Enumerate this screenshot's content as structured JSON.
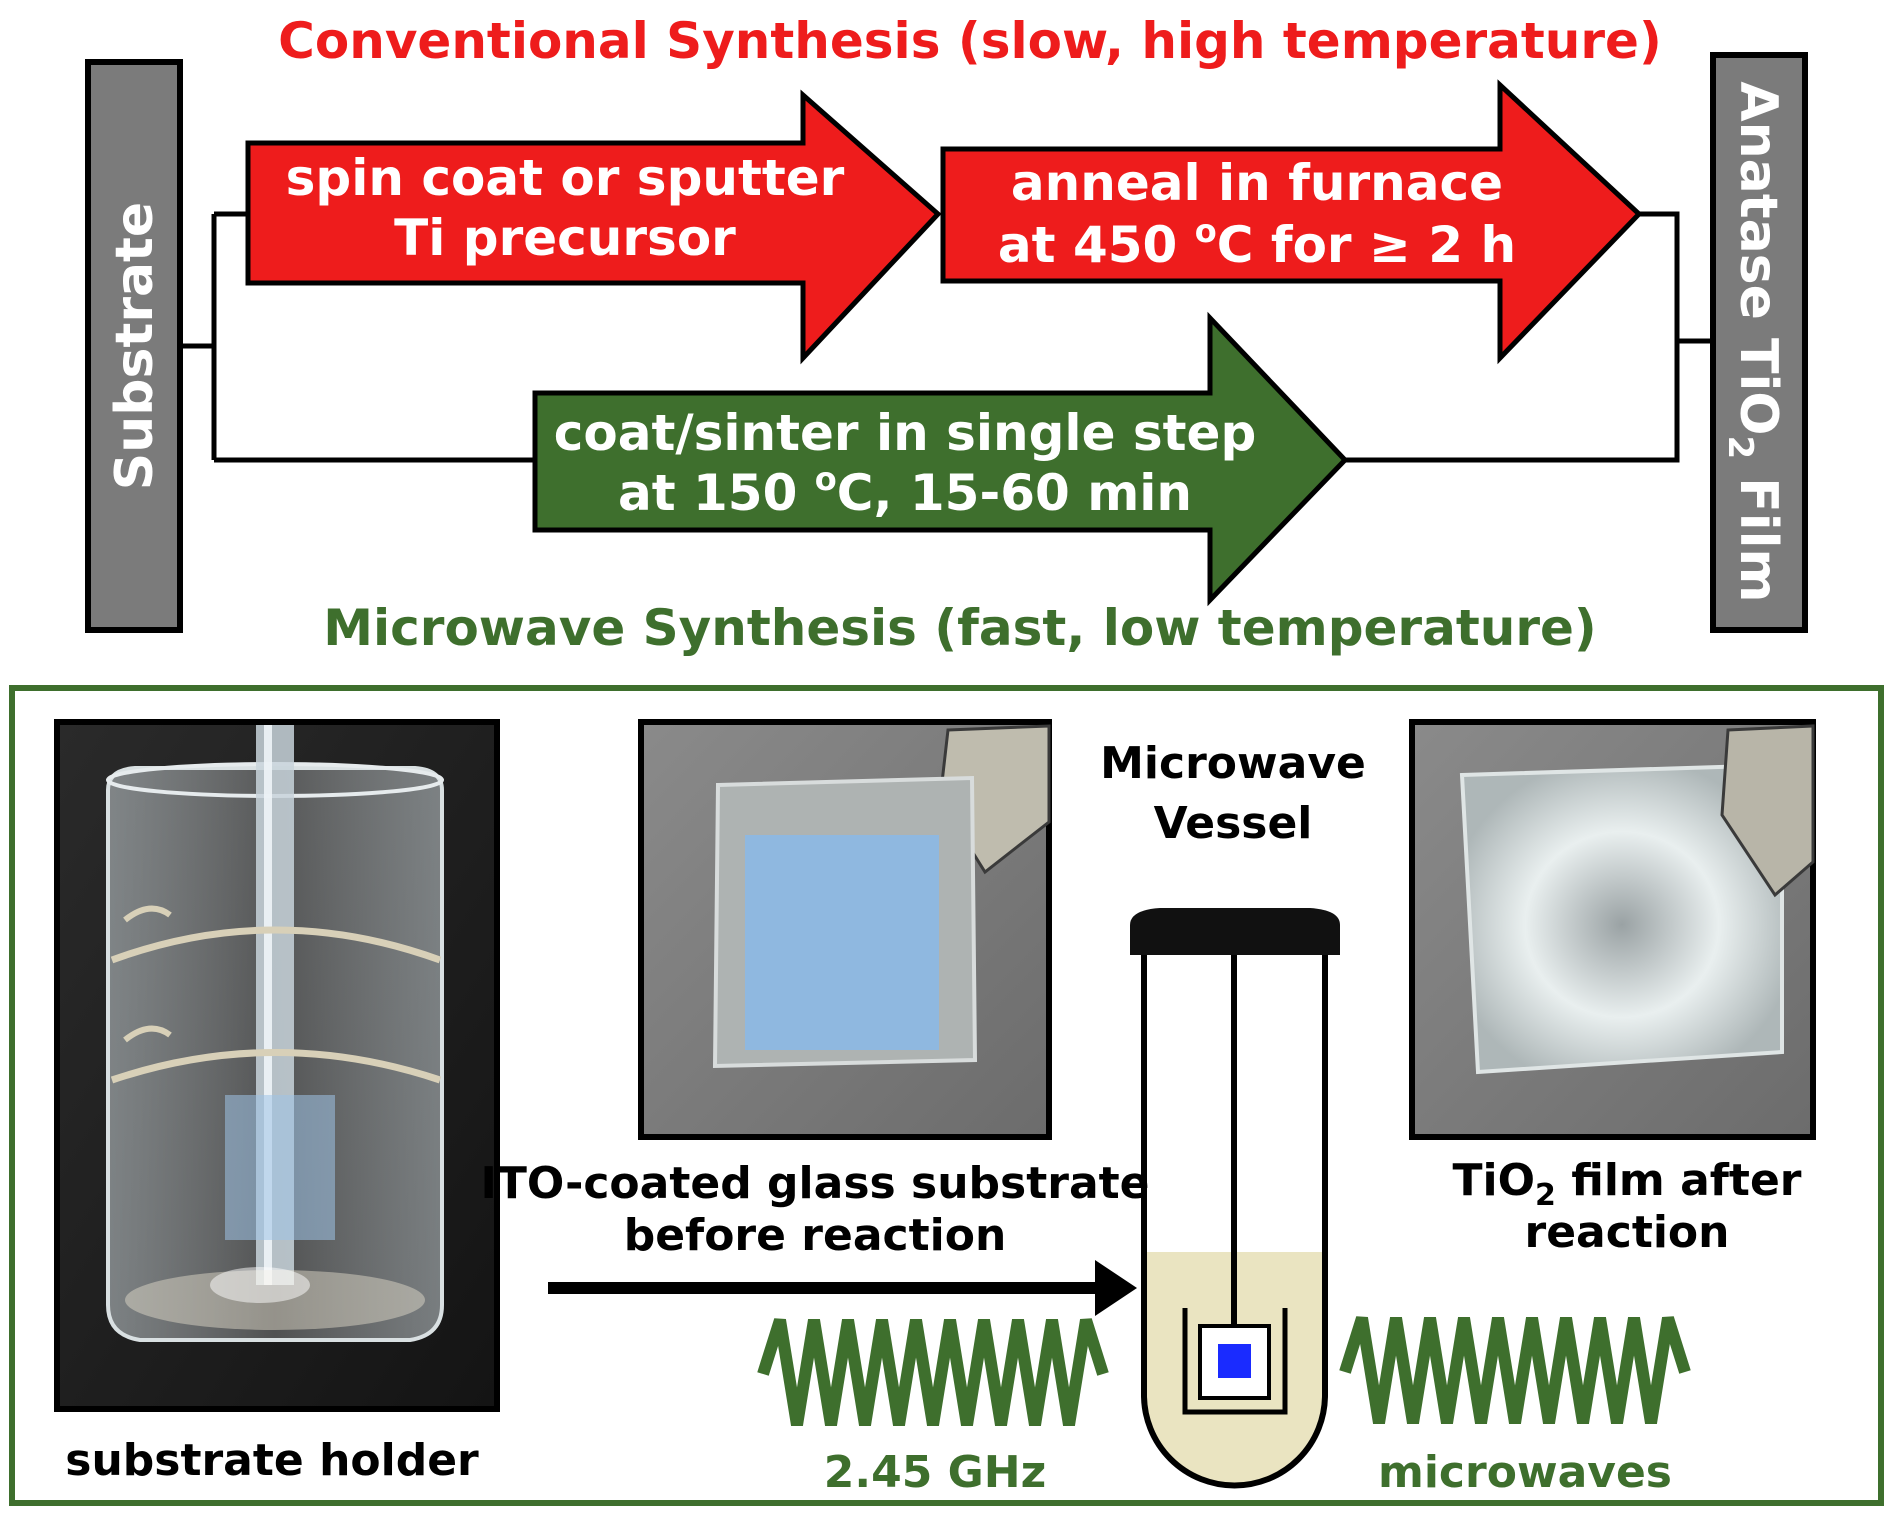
{
  "title_conventional": "Conventional Synthesis (slow, high temperature)",
  "title_microwave": "Microwave Synthesis (fast, low temperature)",
  "left_bar_label": "Substrate",
  "right_bar_label": {
    "main": "Anatase TiO",
    "sub": "2",
    "tail": " Film"
  },
  "arrow_step1": {
    "line1": "spin coat or sputter",
    "line2": "Ti precursor"
  },
  "arrow_step2": {
    "line1": "anneal in furnace",
    "line2_pre": "at 450 ",
    "line2_sup": "o",
    "line2_post": "C for ≥ 2 h"
  },
  "arrow_microwave": {
    "line1": "coat/sinter in single step",
    "line2_pre": "at 150 ",
    "line2_sup": "o",
    "line2_post": "C, 15-60 min"
  },
  "photo_holder_caption": "substrate holder",
  "photo_before_caption": {
    "line1": "ITO-coated glass substrate",
    "line2": "before reaction"
  },
  "vessel_label": {
    "line1": "Microwave",
    "line2": "Vessel"
  },
  "photo_after_caption": {
    "line1_pre": "TiO",
    "line1_sub": "2",
    "line1_post": " film after",
    "line2": "reaction"
  },
  "frequency_label": "2.45 GHz",
  "microwaves_label": "microwaves",
  "colors": {
    "red": "#ee1c1c",
    "green": "#3e6f2d",
    "gray": "#7b7b7b",
    "liquid": "#eae4c1",
    "sample_blue": "#1a2bff"
  }
}
